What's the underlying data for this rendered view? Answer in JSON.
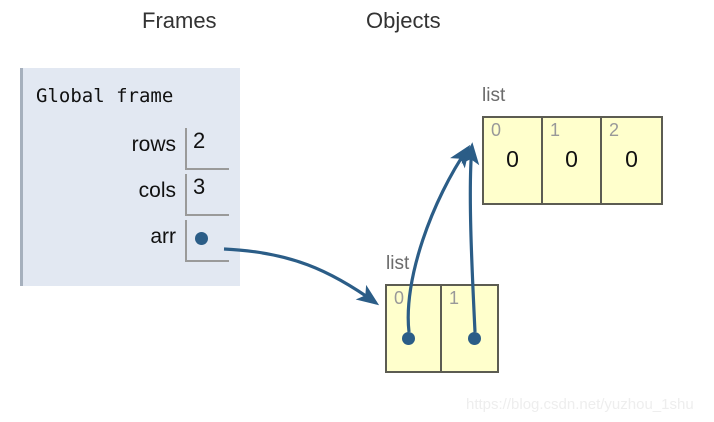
{
  "headers": {
    "frames": "Frames",
    "objects": "Objects"
  },
  "frame": {
    "title": "Global frame",
    "variables": [
      {
        "name": "rows",
        "value": "2",
        "kind": "primitive"
      },
      {
        "name": "cols",
        "value": "3",
        "kind": "primitive"
      },
      {
        "name": "arr",
        "value": "",
        "kind": "pointer"
      }
    ]
  },
  "objects": [
    {
      "id": "list-top",
      "type_label": "list",
      "cells": [
        {
          "index": "0",
          "value": "0",
          "kind": "primitive"
        },
        {
          "index": "1",
          "value": "0",
          "kind": "primitive"
        },
        {
          "index": "2",
          "value": "0",
          "kind": "primitive"
        }
      ]
    },
    {
      "id": "list-bottom",
      "type_label": "list",
      "cells": [
        {
          "index": "0",
          "value": "",
          "kind": "pointer"
        },
        {
          "index": "1",
          "value": "",
          "kind": "pointer"
        }
      ]
    }
  ],
  "arrows": [
    {
      "from": "arr",
      "to": "list-bottom"
    },
    {
      "from": "list-bottom.0",
      "to": "list-top"
    },
    {
      "from": "list-bottom.1",
      "to": "list-top"
    }
  ],
  "colors": {
    "frame_background": "#e2e8f2",
    "frame_border": "#a6b0bd",
    "object_background": "#ffffcc",
    "object_border": "#5c5c52",
    "pointer": "#2b5d87",
    "index_text": "#999999",
    "label_text": "#6b6b6b",
    "header_text": "#333333"
  },
  "watermark": "https://blog.csdn.net/yuzhou_1shu"
}
